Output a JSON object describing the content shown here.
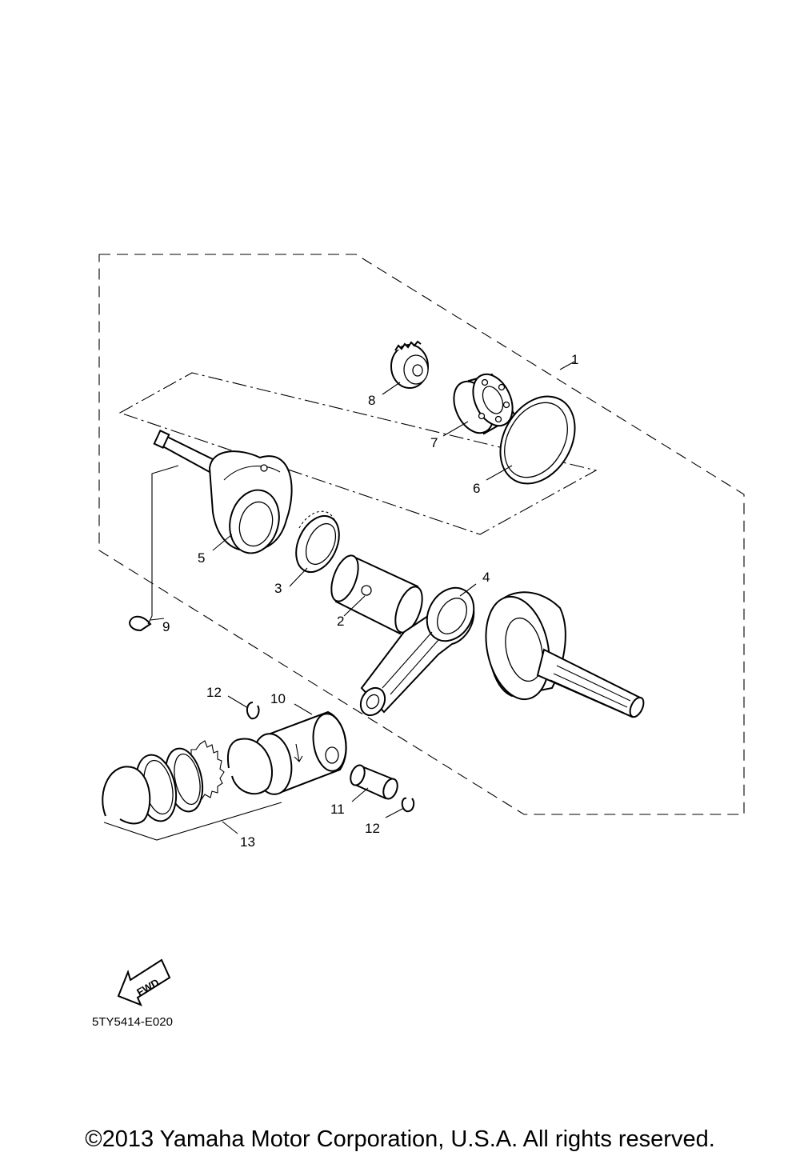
{
  "diagram": {
    "callouts": [
      {
        "id": "c1",
        "label": "1"
      },
      {
        "id": "c2",
        "label": "2"
      },
      {
        "id": "c3",
        "label": "3"
      },
      {
        "id": "c4",
        "label": "4"
      },
      {
        "id": "c5",
        "label": "5"
      },
      {
        "id": "c6",
        "label": "6"
      },
      {
        "id": "c7",
        "label": "7"
      },
      {
        "id": "c8",
        "label": "8"
      },
      {
        "id": "c9",
        "label": "9"
      },
      {
        "id": "c10",
        "label": "10"
      },
      {
        "id": "c11",
        "label": "11"
      },
      {
        "id": "c12a",
        "label": "12"
      },
      {
        "id": "c12b",
        "label": "12"
      },
      {
        "id": "c13",
        "label": "13"
      }
    ],
    "fwd_label": "FWD",
    "part_code": "5TY5414-E020"
  },
  "footer": {
    "copyright": "©2013 Yamaha Motor Corporation, U.S.A. All rights reserved."
  }
}
